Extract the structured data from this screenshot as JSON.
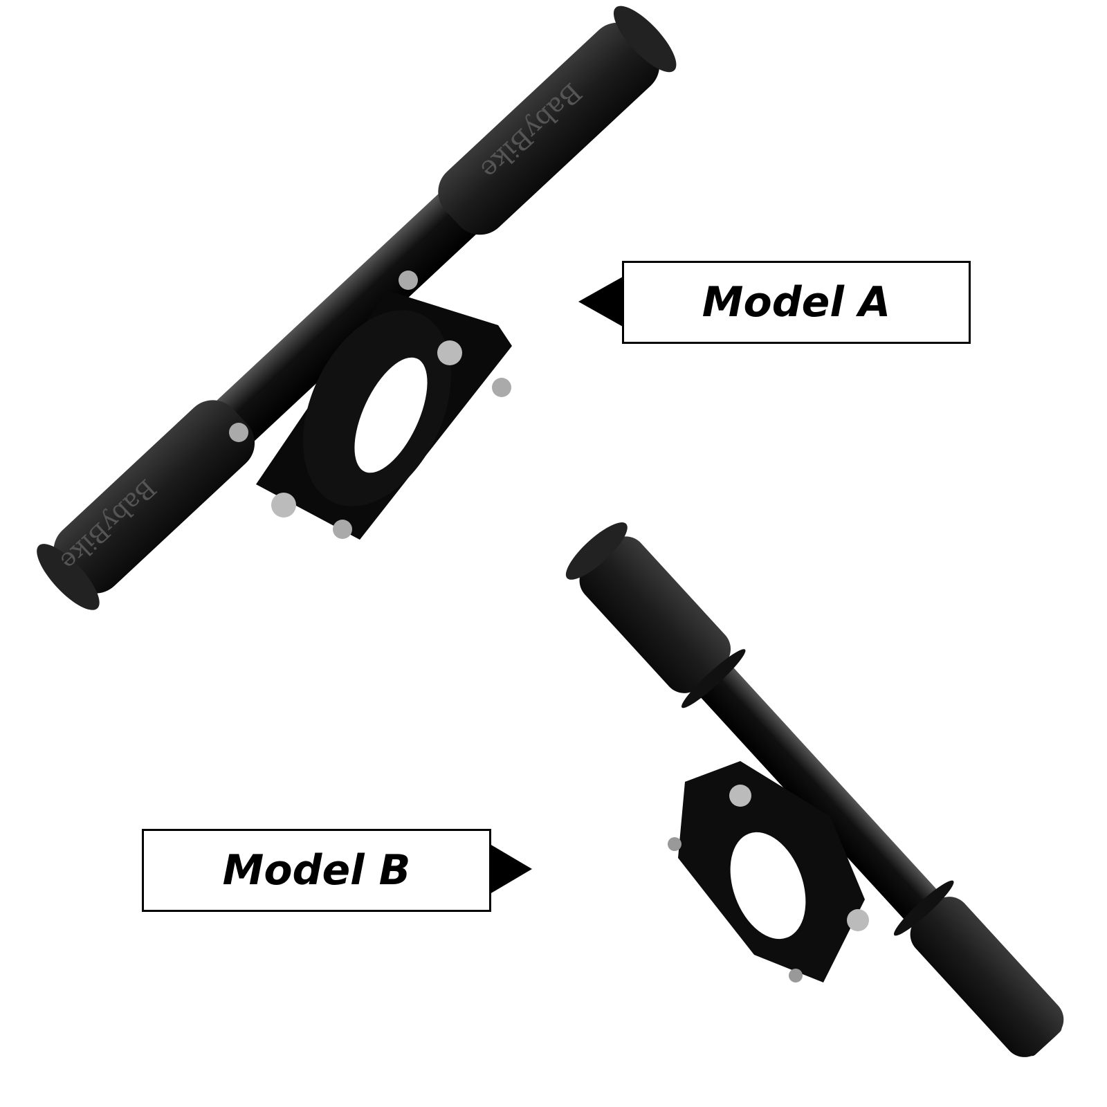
{
  "labels": {
    "model_a": "Model A",
    "model_b": "Model B"
  },
  "grip_text": "BabyBike",
  "colors": {
    "background": "#ffffff",
    "product": "#111111",
    "label_border": "#000000"
  }
}
